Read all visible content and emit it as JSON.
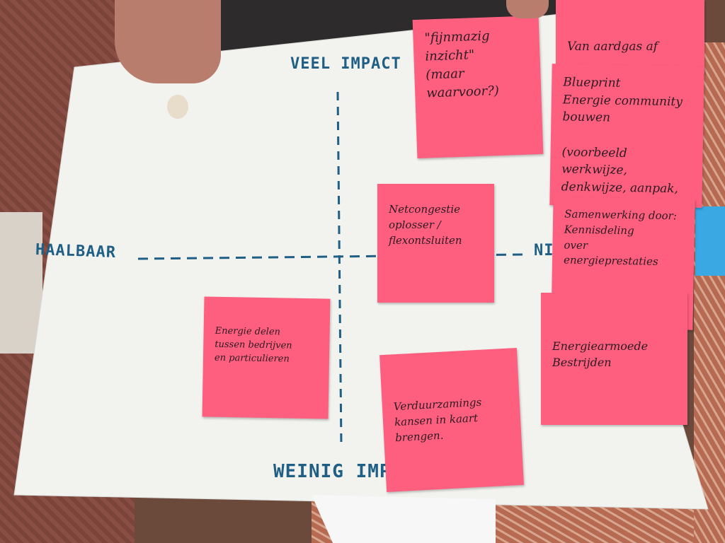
{
  "axes": {
    "top": "VEEL IMPACT",
    "bottom": "WEINIG IMPACT",
    "left": "HAALBAAR",
    "right": "NI"
  },
  "stickies": {
    "fijnmazig": "\"fijnmazig inzicht\"\n(maar waarvoor?)",
    "aardgas": "Van aardgas af",
    "blueprint": "Blueprint\nEnergie community\nbouwen\n\n(voorbeeld werkwijze,\ndenkwijze, aanpak,",
    "congestie": "Netcongestie\noplosser /\nflexontsluiten",
    "samenwerking": "Samenwerking door:\nKennisdeling\nover energieprestaties",
    "energie_delen": "Energie delen\ntussen bedrijven\nen particulieren",
    "armoede": "Energiearmoede\nBestrijden",
    "verduurzaming": "Verduurzamings\nkansen in kaart\nbrengen."
  },
  "colors": {
    "sticky": "#ff5f7f",
    "axis_ink": "#1f5f85",
    "paper": "#f2f2ef"
  }
}
